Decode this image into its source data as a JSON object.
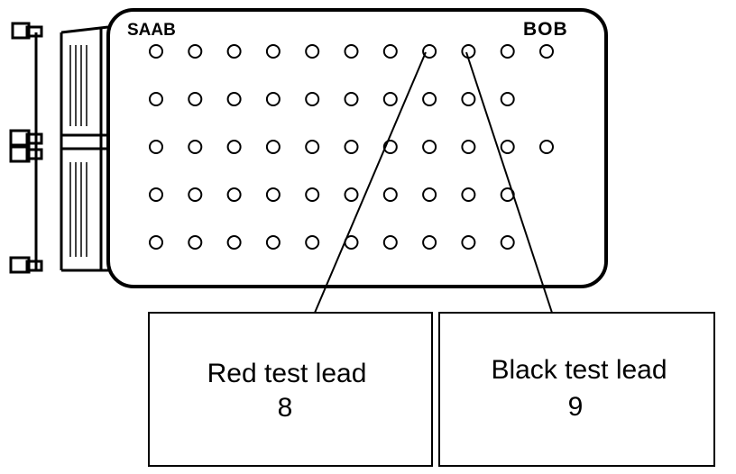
{
  "box": {
    "brand_label": "SAAB",
    "device_label": "BOB"
  },
  "connectors": [
    "connector-top",
    "connector-middle",
    "connector-bottom"
  ],
  "pin_grid": {
    "rows": [
      11,
      10,
      11,
      10,
      10
    ],
    "highlighted": [
      {
        "row": 1,
        "col": 8,
        "lead": "red"
      },
      {
        "row": 1,
        "col": 9,
        "lead": "black"
      }
    ]
  },
  "callouts": {
    "red": {
      "label": "Red test lead",
      "pin": "8"
    },
    "black": {
      "label": "Black test lead",
      "pin": "9"
    }
  },
  "colors": {
    "ink": "#000000",
    "background": "#ffffff"
  }
}
